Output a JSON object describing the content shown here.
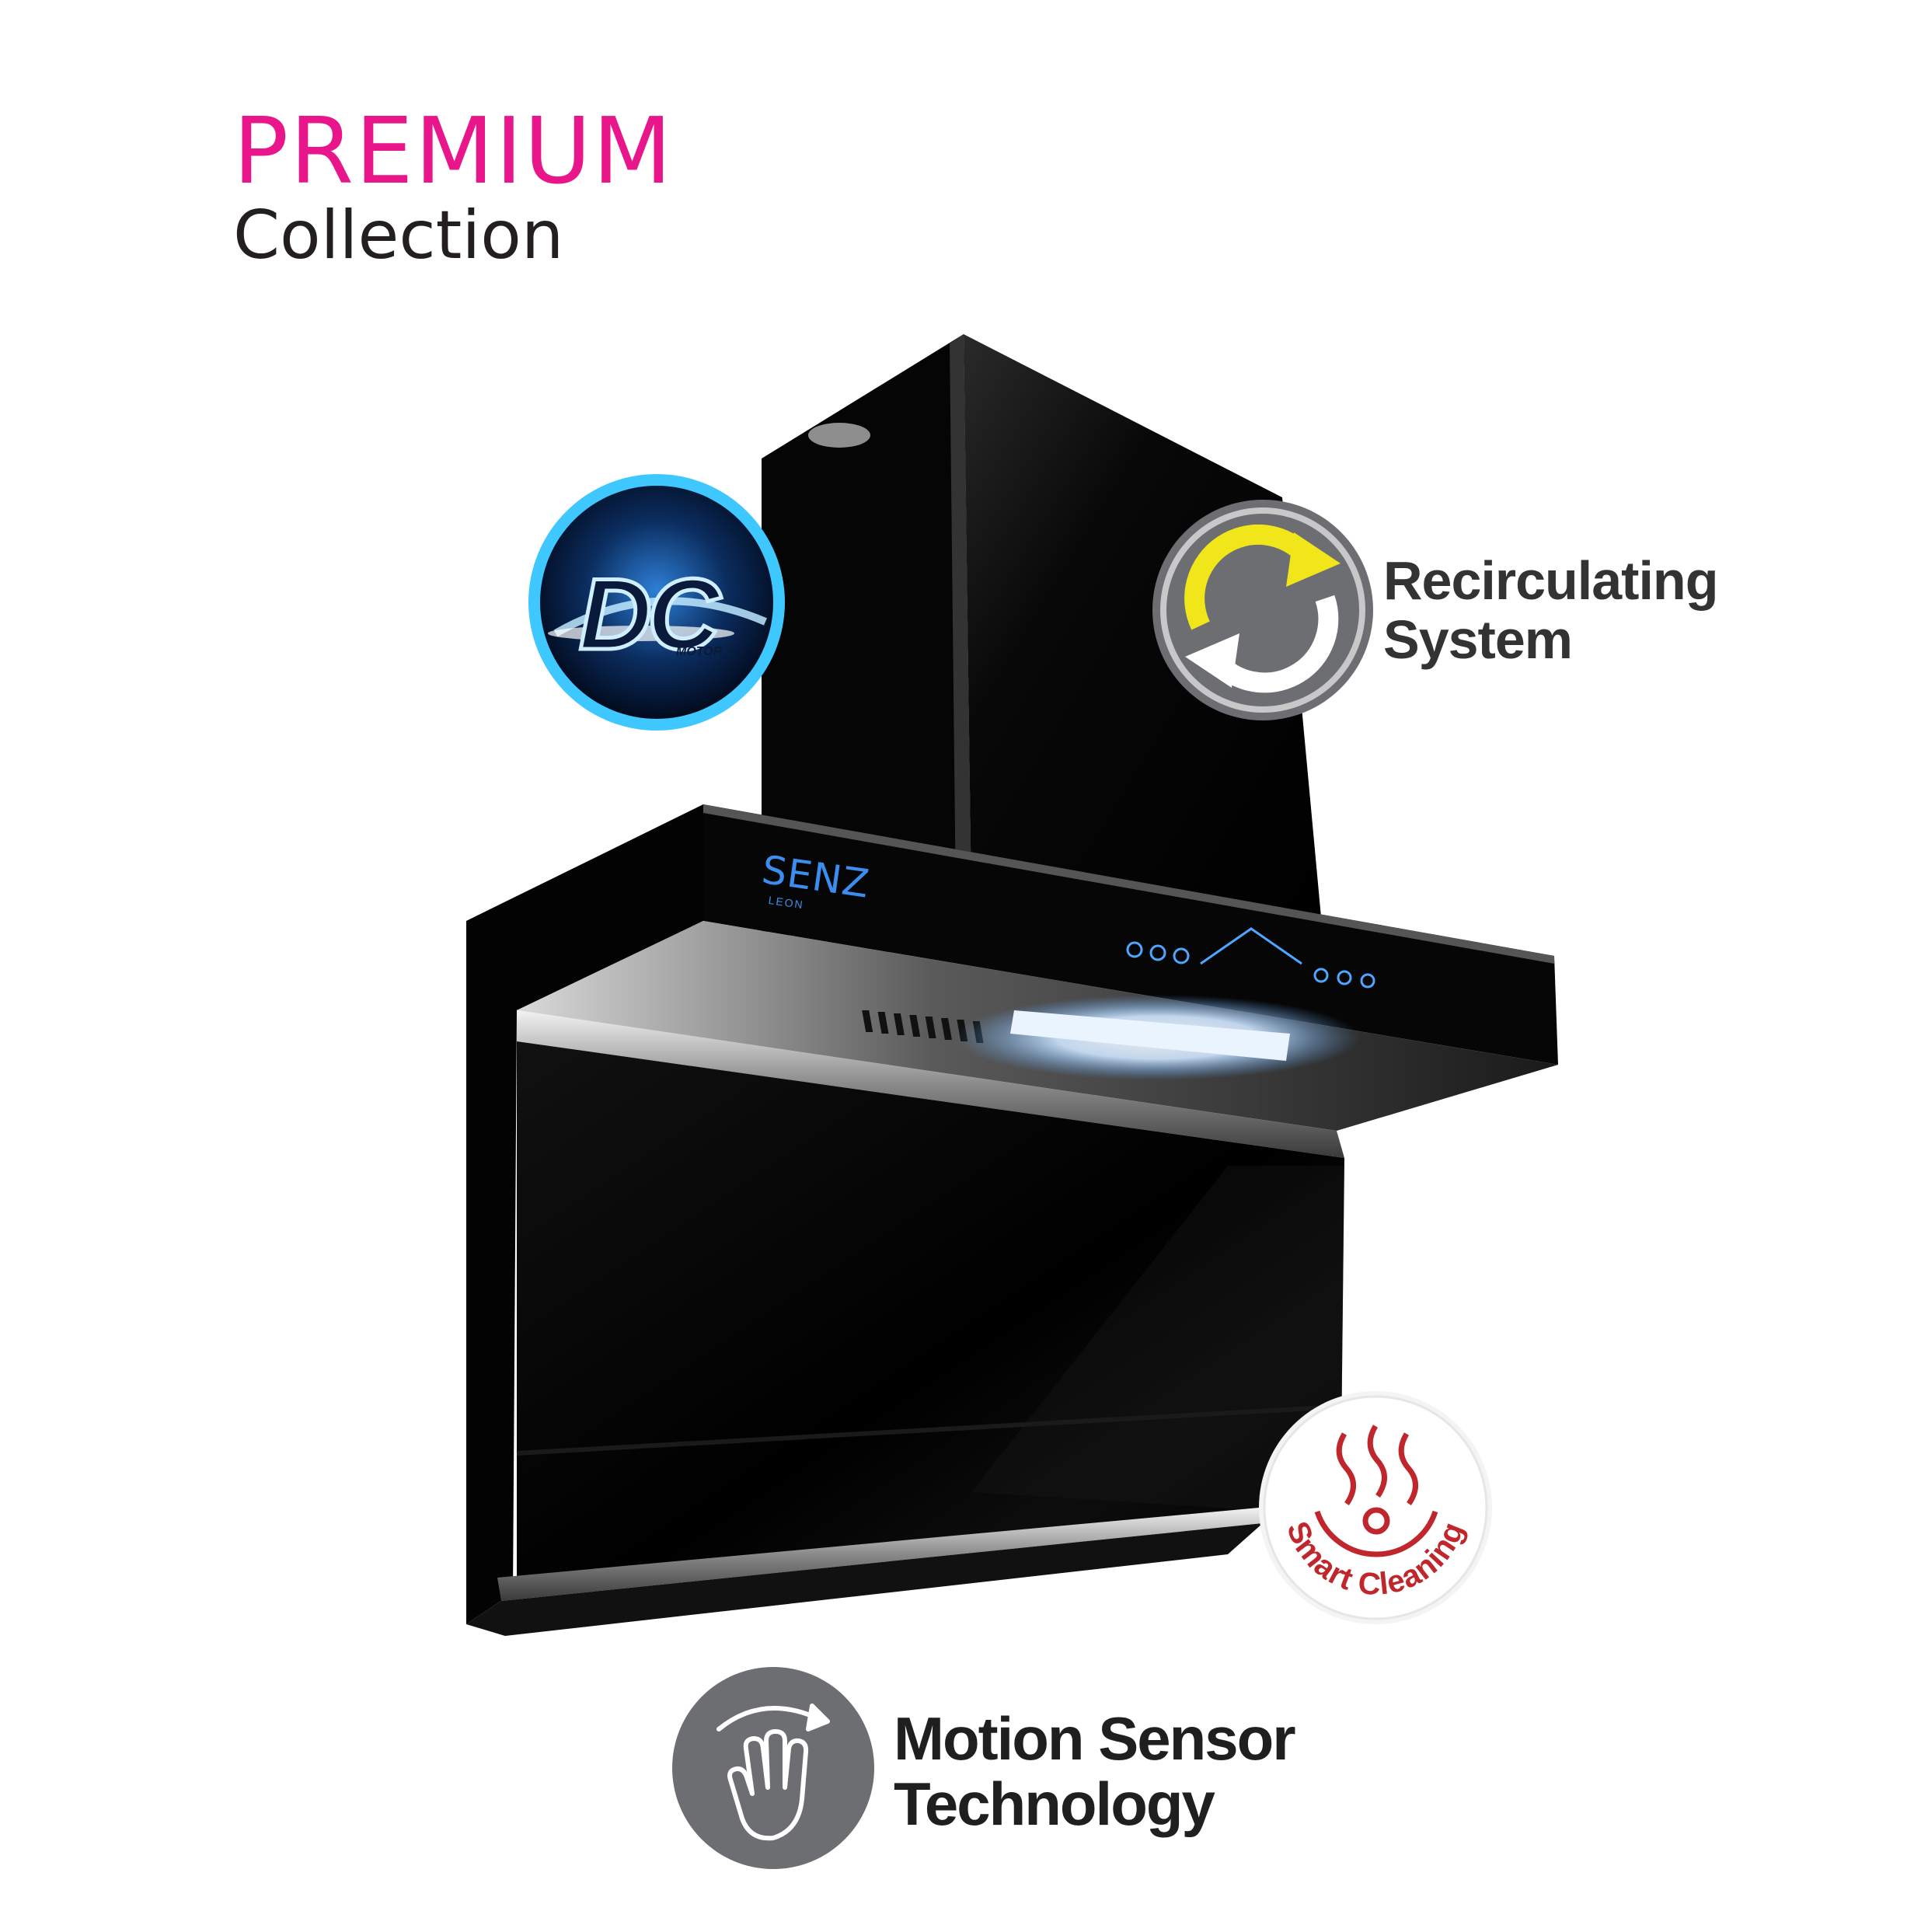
{
  "heading": {
    "premium": "PREMIUM",
    "collection": "Collection",
    "premium_color": "#e8168a"
  },
  "product": {
    "brand": "SENZ",
    "model": "LEON"
  },
  "badges": {
    "dc_motor": {
      "main": "DC",
      "sub": "MOTOR",
      "icon": "dc-motor-icon"
    },
    "recirculating": {
      "line1": "Recirculating",
      "line2": "System",
      "icon": "recirculate-arrows-icon"
    },
    "smart_cleaning": {
      "text": "Smart Cleaning",
      "icon": "steam-cleaning-icon",
      "color": "#c0272d"
    },
    "motion_sensor": {
      "line1": "Motion Sensor",
      "line2": "Technology",
      "icon": "hand-wave-icon"
    }
  },
  "colors": {
    "badge_gray": "#6d6e71",
    "arrow_yellow": "#f0e61a",
    "led_blue": "#cfe6ff",
    "panel_black": "#050505"
  }
}
